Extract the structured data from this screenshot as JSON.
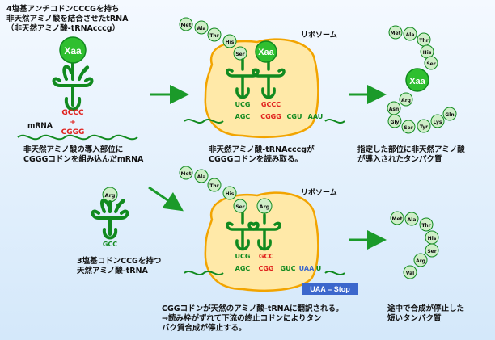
{
  "top": {
    "title_lines": [
      "4塩基アンチコドンCCCGを持ち",
      "非天然アミノ酸を結合させたtRNA",
      "（非天然アミノ酸-tRNAcccg）"
    ],
    "xaa": "Xaa",
    "anticodon": [
      "G",
      "C",
      "C",
      "C"
    ],
    "plus": "+",
    "mrna_codon": [
      "C",
      "G",
      "G",
      "G"
    ],
    "mrna_label": "mRNA",
    "caption1": [
      "非天然アミノ酸の導入部位に",
      "CGGGコドンを組み込んだmRNA"
    ],
    "ribosome_label": "リボソーム",
    "chain1": [
      "Met",
      "Ala",
      "Thr",
      "His",
      "Ser"
    ],
    "ucg": "UCG",
    "agc": "AGC",
    "gccc": "GCCC",
    "cggg": "CGGG",
    "cgu": "CGU",
    "aau": "AAU",
    "caption2": [
      "非天然アミノ酸-tRNAcccgが",
      "CGGGコドンを読み取る。"
    ],
    "chain_final": [
      "Met",
      "Ala",
      "Thr",
      "His",
      "Ser",
      "Arg",
      "Asn",
      "Gly",
      "Ser",
      "Tyr",
      "Lys",
      "Gln"
    ],
    "caption3": [
      "指定した部位に非天然アミノ酸",
      "が導入されたタンパク質"
    ]
  },
  "bottom": {
    "arg": "Arg",
    "gcc": "GCC",
    "caption1": [
      "3塩基コドンCCGを持つ",
      "天然アミノ酸-tRNA"
    ],
    "ribosome_label": "リボソーム",
    "chain1": [
      "Met",
      "Ala",
      "Thr",
      "His",
      "Ser"
    ],
    "ucg": "UCG",
    "gcc_in": "GCC",
    "agc": "AGC",
    "cgg": "CGG",
    "guc": "GUC",
    "uaa": "UAA",
    "u": "U",
    "stop_label": "UAA = Stop",
    "caption2": [
      "CGGコドンが天然のアミノ酸-tRNAに翻訳される。",
      "→読み枠がずれて下流の終止コドンによりタン",
      "パク質合成が停止する。"
    ],
    "chain_final": [
      "Met",
      "Ala",
      "Thr",
      "His",
      "Ser",
      "Arg",
      "Val"
    ],
    "caption3": [
      "途中で合成が停止した",
      "短いタンパク質"
    ]
  },
  "colors": {
    "trna": "#118a1f",
    "ball_fill": "#cfeec8",
    "xaa_fill": "#2fbf2f",
    "ribosome": "#ffe9a8",
    "ribosome_edge": "#f2a400",
    "red": "#e0201c",
    "arrow": "#1b9a2a"
  }
}
